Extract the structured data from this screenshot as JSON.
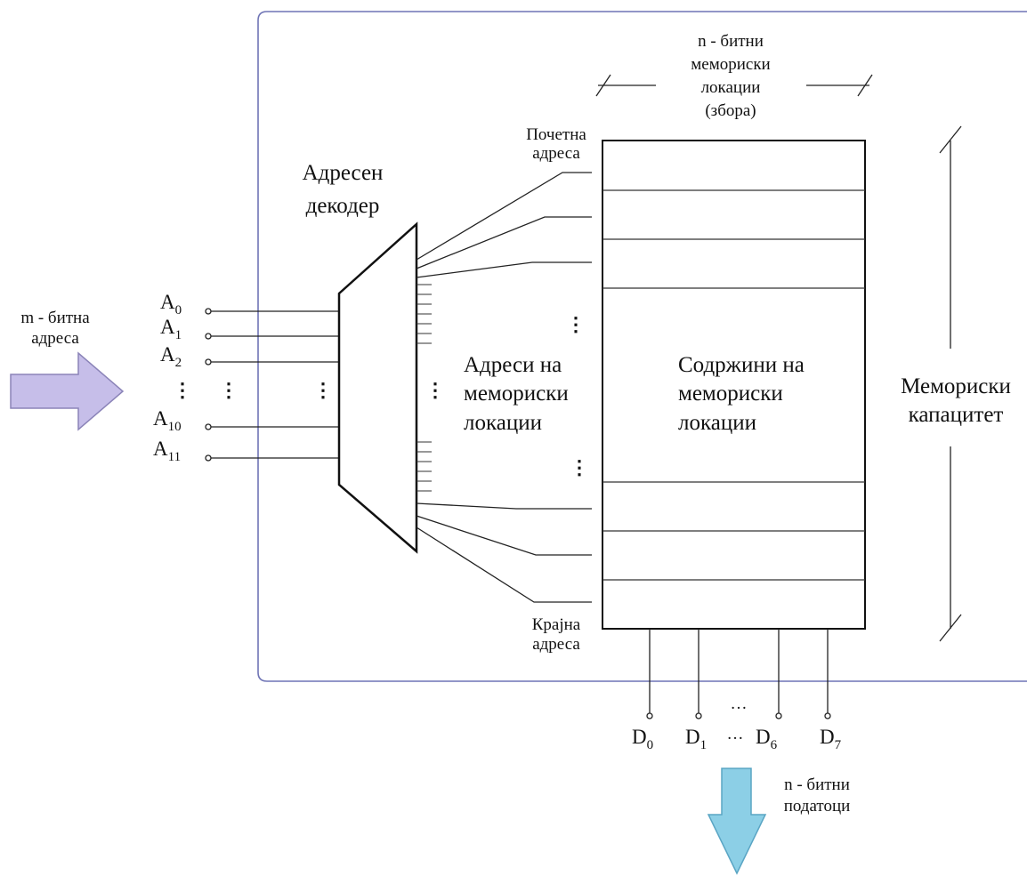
{
  "input_label": [
    "m - битна",
    "адреса"
  ],
  "pins": [
    {
      "base": "A",
      "sub": "0"
    },
    {
      "base": "A",
      "sub": "1"
    },
    {
      "base": "A",
      "sub": "2"
    },
    {
      "base": "A",
      "sub": "10"
    },
    {
      "base": "A",
      "sub": "11"
    }
  ],
  "pin_ellipsis": "⋮",
  "decoder_label": [
    "Адресен",
    "декодер"
  ],
  "start_address_label": [
    "Почетна",
    "адреса"
  ],
  "end_address_label": [
    "Крајна",
    "адреса"
  ],
  "location_addresses_label": [
    "Адреси на",
    "мемориски",
    "локации"
  ],
  "contents_label": [
    "Содржини на",
    "мемориски",
    "локации"
  ],
  "word_label": [
    "n - битни",
    "мемориски",
    "локации",
    "(збора)"
  ],
  "capacity_label": [
    "Мемориски",
    "капацитет"
  ],
  "data_pins": [
    {
      "base": "D",
      "sub": "0"
    },
    {
      "base": "D",
      "sub": "1"
    },
    {
      "base": "D",
      "sub": "6"
    },
    {
      "base": "D",
      "sub": "7"
    }
  ],
  "data_ellipsis_top": "…",
  "data_ellipsis_mid": "···",
  "output_label": [
    "n - битни",
    "податоци"
  ],
  "colors": {
    "frame": "#6f74b5",
    "input_arrow_fill": "#c6bee9",
    "input_arrow_stroke": "#8b84b8",
    "output_arrow_fill": "#8ccfe6",
    "output_arrow_stroke": "#5aa5c4",
    "line": "#222222"
  }
}
